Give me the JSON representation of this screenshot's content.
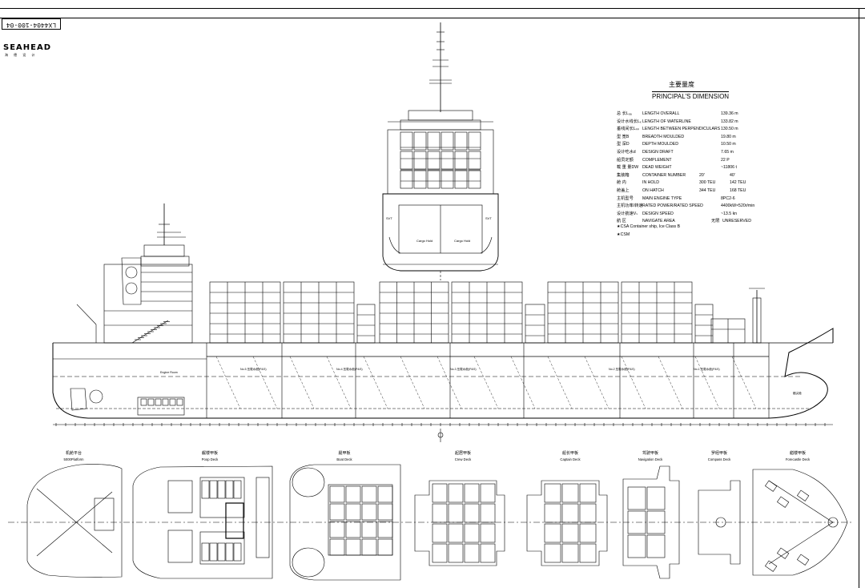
{
  "drawing_number": "LX4404-100-04",
  "logo": {
    "name": "SEAHEAD",
    "sub": "海 德 设 计"
  },
  "principal_dimension": {
    "title_cn": "主要量度",
    "title_en": "PRINCIPAL'S DIMENSION",
    "rows": [
      {
        "cn": "总 长Lₒₐ",
        "label": "LENGTH OVERALL",
        "value": "139.36 m"
      },
      {
        "cn": "设计水线长Lₓ",
        "label": "LENGTH OF WATERLINE",
        "value": "133.82 m"
      },
      {
        "cn": "垂线间长Lₚₚ",
        "label": "LENGTH BETWEEN PERPENDICULARS",
        "value": "130.50 m"
      },
      {
        "cn": "型 宽B",
        "label": "BREADTH MOULDED",
        "value": "19.80 m"
      },
      {
        "cn": "型 深D",
        "label": "DEPTH MOULDED",
        "value": "10.50 m"
      },
      {
        "cn": "设计吃水d",
        "label": "DESIGN DRAFT",
        "value": "7.65 m"
      },
      {
        "cn": "船员定额",
        "label": "COMPLEMENT",
        "value": "22 P"
      },
      {
        "cn": "载 重 量DW",
        "label": "DEAD WEIGHT",
        "value": "~11806 t"
      },
      {
        "cn": "集装箱",
        "label": "CONTAINER NUMBER",
        "c20": "20'",
        "c40": "40'"
      },
      {
        "cn": "舱 内",
        "label": "IN HOLD",
        "c20": "300 TEU",
        "c40": "142 TEU"
      },
      {
        "cn": "舱盖上",
        "label": "ON HATCH",
        "c20": "344 TEU",
        "c40": "168 TEU"
      },
      {
        "cn": "主机型号",
        "label": "MAIN ENGINE TYPE",
        "value": "8PC2-6"
      },
      {
        "cn": "主机功率/转速",
        "label": "RATED POWER/RATED SPEED",
        "value": "4400kW×520r/min"
      },
      {
        "cn": "设计航速Vₛ",
        "label": "DESIGN SPEED",
        "value": "~13.5 kn"
      },
      {
        "cn": "航 区",
        "label": "NAVIGATE AREA",
        "value_cn": "无限",
        "value": "UNRESERVED"
      }
    ],
    "notes": [
      "★CSA  Container ship, Ice Class B",
      "★CSM"
    ]
  },
  "plan_titles": [
    {
      "cn": "机舱平台",
      "en": "5000Platform"
    },
    {
      "cn": "艉楼甲板",
      "en": "Poop Deck"
    },
    {
      "cn": "艇甲板",
      "en": "Boat Deck"
    },
    {
      "cn": "起居甲板",
      "en": "Crew Deck"
    },
    {
      "cn": "船长甲板",
      "en": "Captain Deck"
    },
    {
      "cn": "驾驶甲板",
      "en": "Navigation Deck"
    },
    {
      "cn": "罗经甲板",
      "en": "Compass Deck"
    },
    {
      "cn": "艏楼甲板",
      "en": "Forecastle Deck"
    }
  ],
  "section_labels": {
    "cargo_hold": "Cargo Hold",
    "svt": "SVT"
  },
  "profile_labels": {
    "hold_tanks": [
      "No.1 压载水舱(P&S)",
      "No.2 压载水舱(P&S)",
      "No.3 压载水舱(P&S)",
      "No.4 压载水舱(P&S)",
      "No.5 压载水舱(P&S)"
    ],
    "engine_room": "Engine Room",
    "forepeak": "艏尖舱"
  },
  "colors": {
    "line": "#000000",
    "background": "#ffffff"
  }
}
